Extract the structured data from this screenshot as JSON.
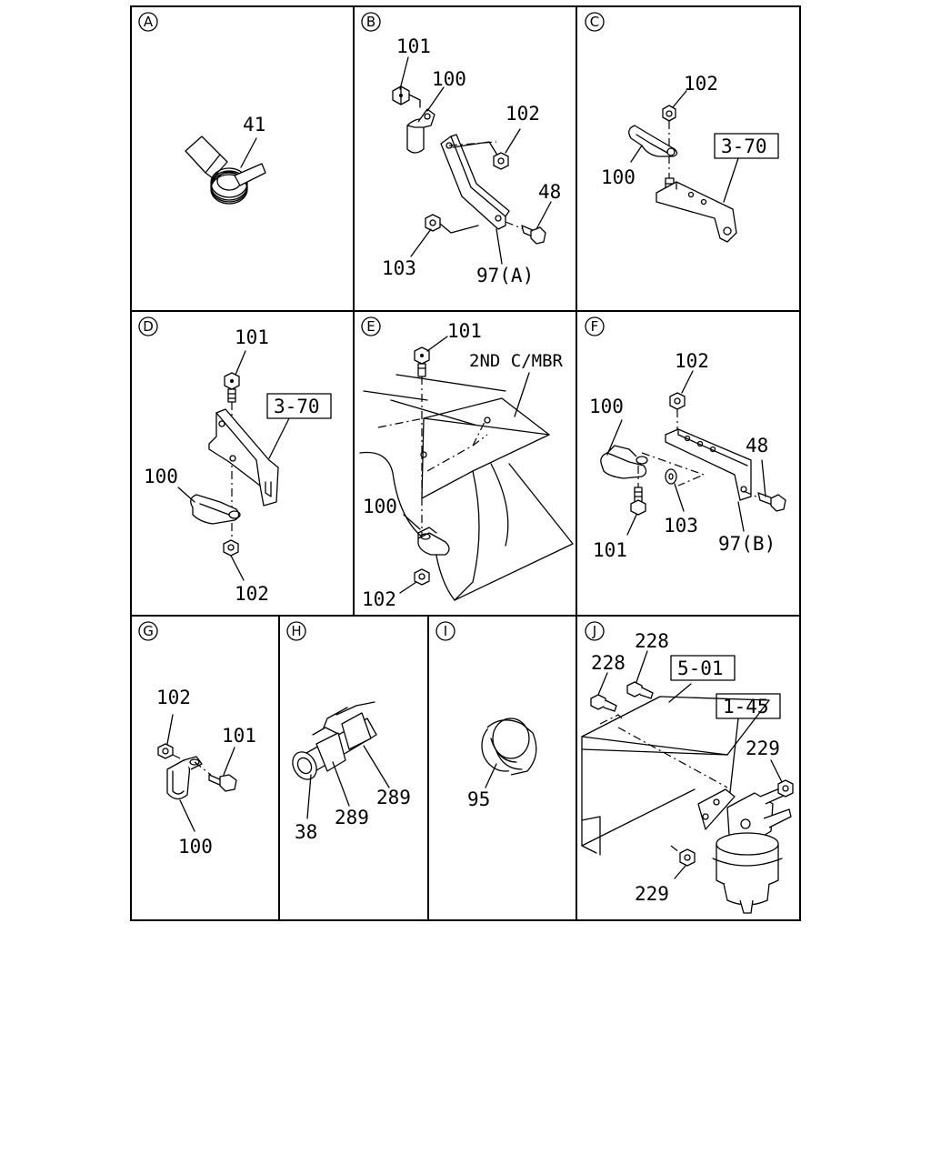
{
  "panels": [
    {
      "letter": "A"
    },
    {
      "letter": "B"
    },
    {
      "letter": "C"
    },
    {
      "letter": "D"
    },
    {
      "letter": "E"
    },
    {
      "letter": "F"
    },
    {
      "letter": "G"
    },
    {
      "letter": "H"
    },
    {
      "letter": "I"
    },
    {
      "letter": "J"
    }
  ],
  "labels": {
    "a41": "41",
    "b101": "101",
    "b100": "100",
    "b102": "102",
    "b48": "48",
    "b103": "103",
    "b97": "97(A)",
    "c102": "102",
    "c100": "100",
    "c370": "3-70",
    "d101": "101",
    "d370": "3-70",
    "d100": "100",
    "d102": "102",
    "e101": "101",
    "e2nd": "2ND C/MBR",
    "e100": "100",
    "e102": "102",
    "f102": "102",
    "f100": "100",
    "f48": "48",
    "f103": "103",
    "f101": "101",
    "f97": "97(B)",
    "g102": "102",
    "g101": "101",
    "g100": "100",
    "h289a": "289",
    "h289b": "289",
    "h38": "38",
    "i95": "95",
    "j228a": "228",
    "j228b": "228",
    "j501": "5-01",
    "j145": "1-45",
    "j229a": "229",
    "j229b": "229"
  }
}
